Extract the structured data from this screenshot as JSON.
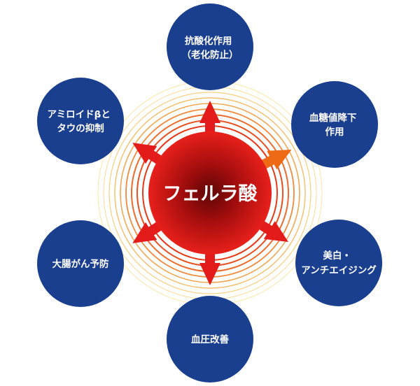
{
  "center": {
    "label": "フェルラ酸"
  },
  "nodes": [
    {
      "id": "top",
      "lines": [
        "抗酸化作用",
        "（老化防止）"
      ]
    },
    {
      "id": "upper-right",
      "lines": [
        "血糖値降下",
        "作用"
      ]
    },
    {
      "id": "lower-right",
      "lines": [
        "美白・",
        "アンチエイジング"
      ]
    },
    {
      "id": "bottom",
      "lines": [
        "血圧改善"
      ]
    },
    {
      "id": "lower-left",
      "lines": [
        "大腸がん予防"
      ]
    },
    {
      "id": "upper-left",
      "lines": [
        "アミロイドβと",
        "タウの抑制"
      ]
    }
  ],
  "colors": {
    "node_fill": "#1b3f8f",
    "arrow_red": "#e41b1b",
    "arrow_orange": "#ee6a14",
    "center_core": "#7a0a0a",
    "center_edge": "#e41b1b",
    "ring_strong": "#ef6a2a",
    "ring_light": "#f7d08a"
  }
}
